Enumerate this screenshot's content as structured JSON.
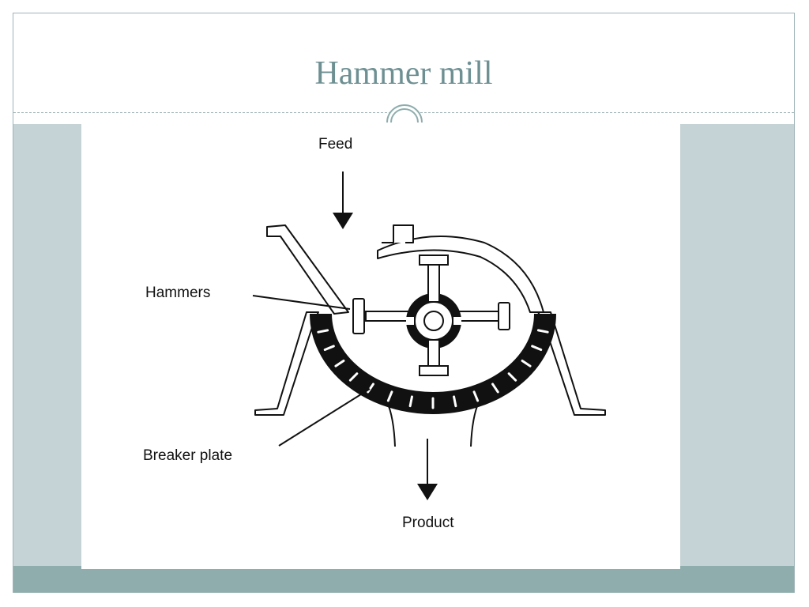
{
  "slide": {
    "title": "Hammer mill"
  },
  "colors": {
    "title_text": "#6e9093",
    "content_band": "#c5d2d6",
    "footer_band": "#8fadad",
    "frame_border": "#9fb4b7"
  },
  "diagram": {
    "labels": {
      "feed": "Feed",
      "hammers": "Hammers",
      "breaker_plate": "Breaker plate",
      "product": "Product"
    }
  }
}
